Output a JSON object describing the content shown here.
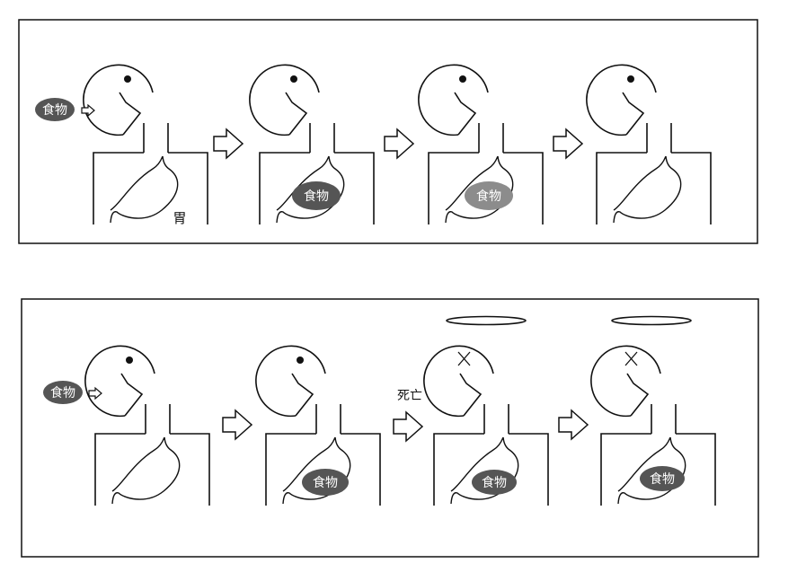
{
  "labels": {
    "food": "食物",
    "stomach": "胃",
    "death": "死亡"
  },
  "colors": {
    "line": "#111111",
    "food_dark": "#555555",
    "food_light": "#8c8c8c",
    "food_text": "#ffffff",
    "halo": "#111111"
  },
  "icons": {
    "arrow": "hollow-right-arrow-icon",
    "small_arrow": "small-hollow-right-arrow-icon",
    "eye_alive": "dot-eye-icon",
    "eye_dead": "x-eye-icon",
    "halo": "halo-icon"
  }
}
